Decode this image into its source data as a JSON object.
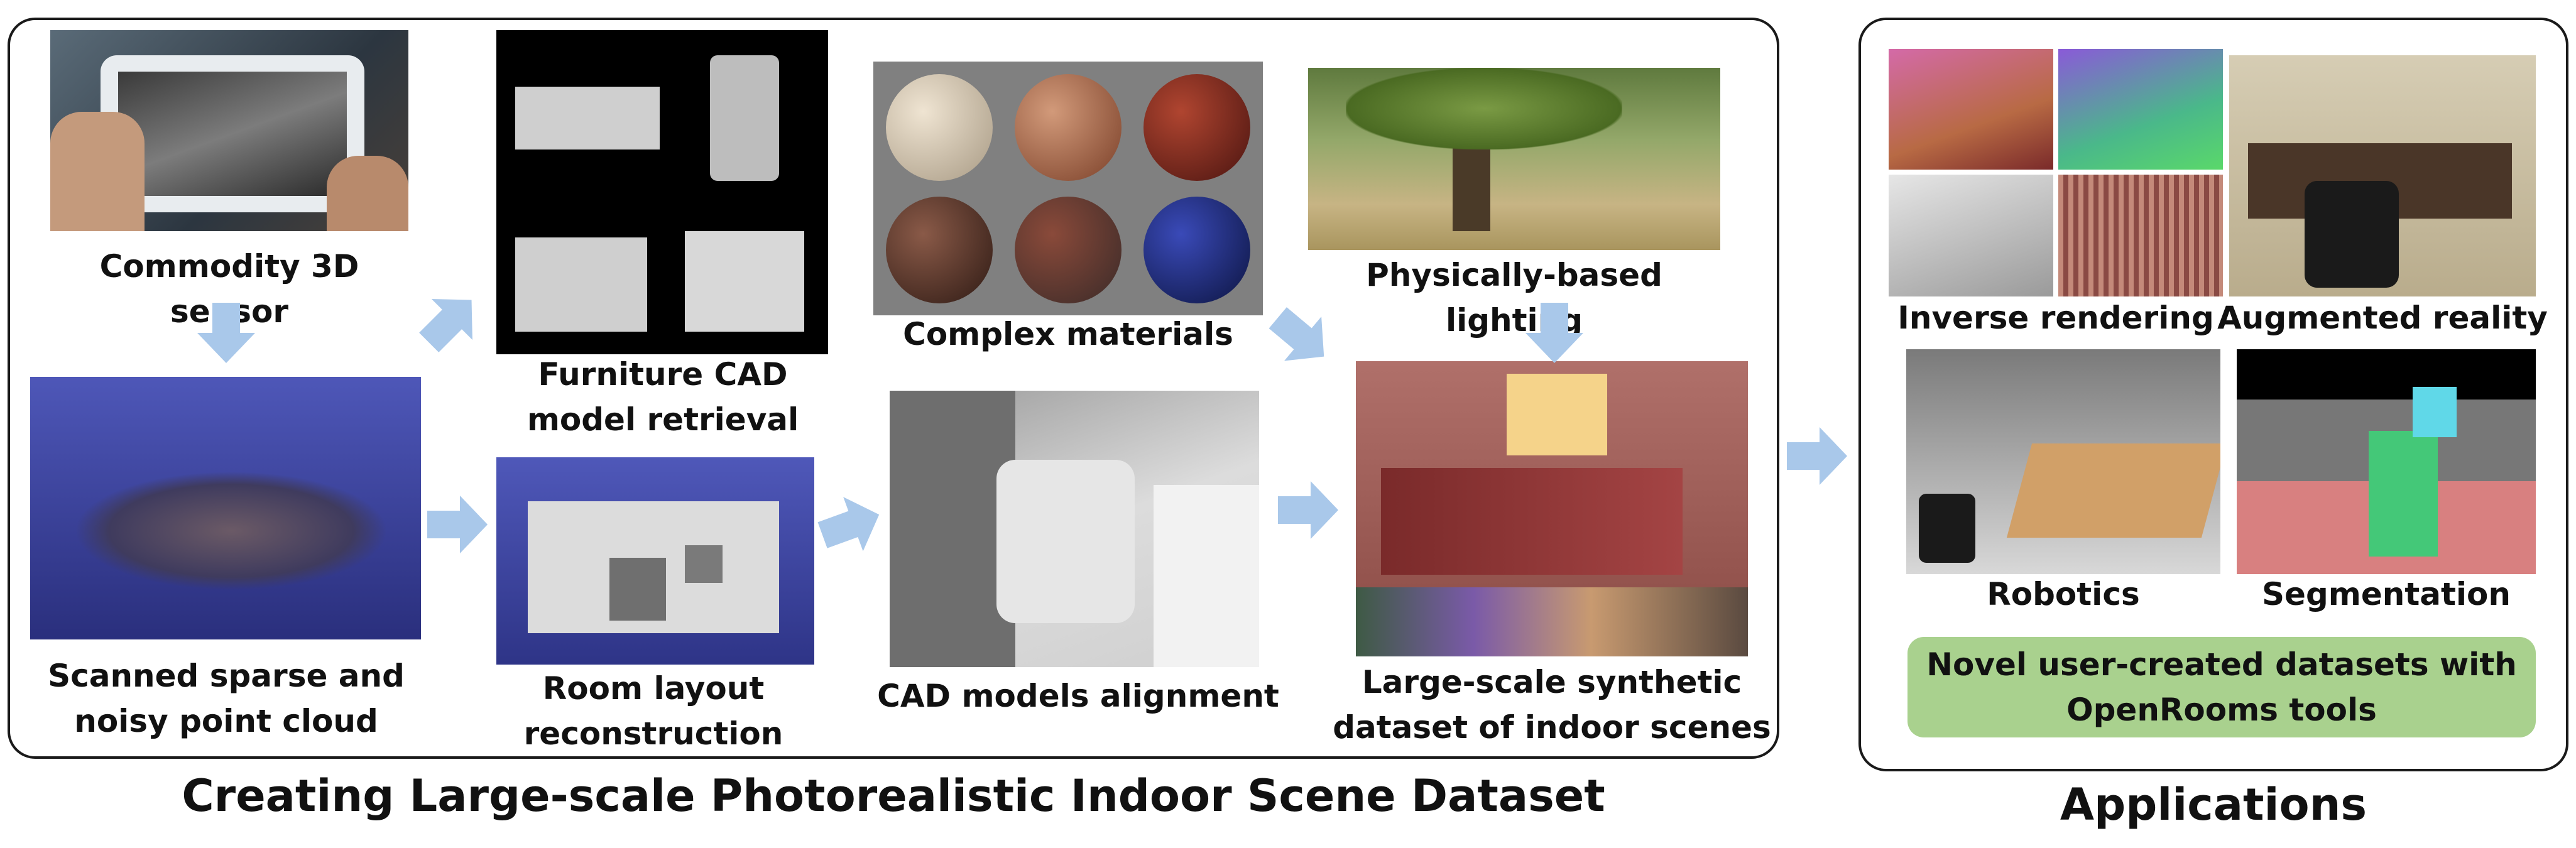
{
  "pipeline": {
    "title": "Creating Large-scale Photorealistic Indoor Scene Dataset",
    "steps": {
      "sensor": "Commodity 3D sensor",
      "pointcloud": "Scanned sparse and\nnoisy point cloud",
      "cad_retrieval": "Furniture CAD\nmodel retrieval",
      "room_layout": "Room layout\nreconstruction",
      "materials": "Complex materials",
      "alignment": "CAD models alignment",
      "lighting": "Physically-based lighting",
      "dataset": "Large-scale synthetic\ndataset of indoor scenes"
    }
  },
  "applications": {
    "title": "Applications",
    "items": {
      "inverse_rendering": "Inverse rendering",
      "augmented_reality": "Augmented reality",
      "robotics": "Robotics",
      "segmentation": "Segmentation"
    },
    "note": "Novel user-created datasets with\nOpenRooms tools"
  },
  "colors": {
    "arrow": "#a9c8ea",
    "note_bg": "#a9d18e",
    "border": "#1a1a1a"
  }
}
